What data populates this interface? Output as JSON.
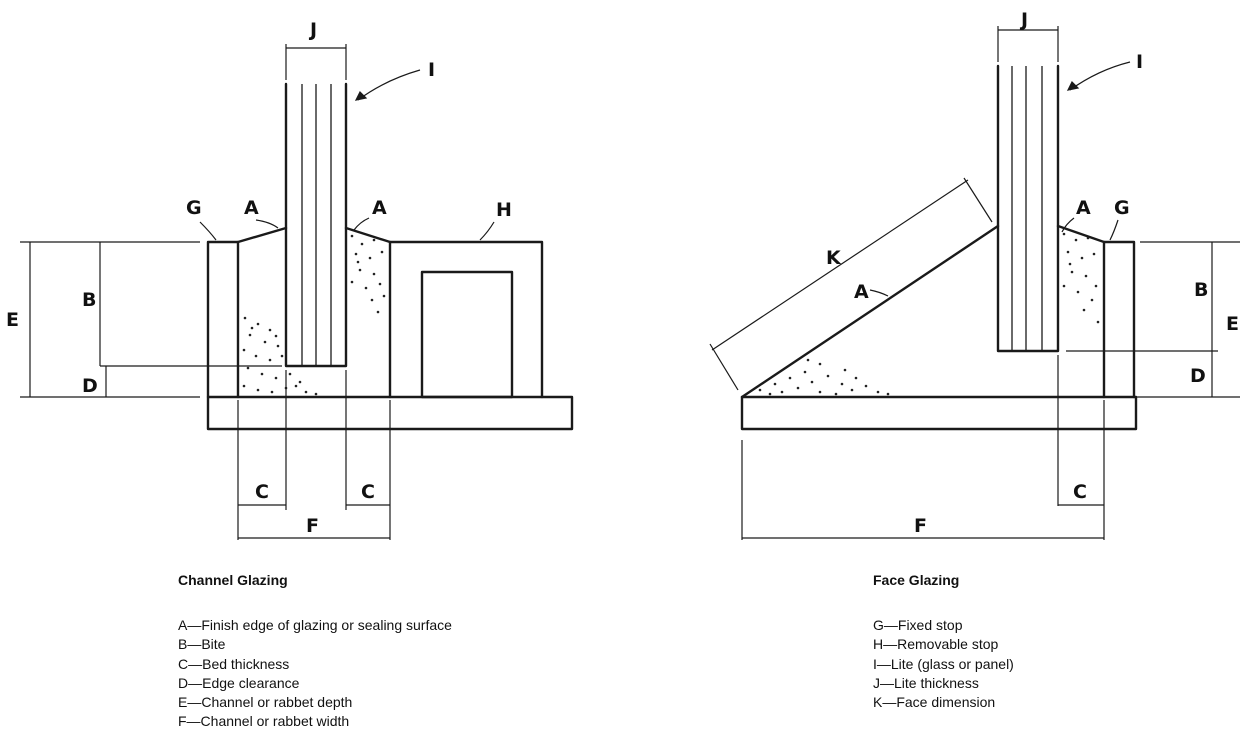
{
  "captions": {
    "left": "Channel Glazing",
    "right": "Face Glazing"
  },
  "letters": {
    "A": "A",
    "B": "B",
    "C": "C",
    "D": "D",
    "E": "E",
    "F": "F",
    "G": "G",
    "H": "H",
    "I": "I",
    "J": "J",
    "K": "K"
  },
  "legend_left": [
    "A—Finish edge of glazing or sealing surface",
    "B—Bite",
    "C—Bed thickness",
    "D—Edge clearance",
    "E—Channel or rabbet depth",
    "F—Channel or rabbet width"
  ],
  "legend_right": [
    "G—Fixed stop",
    "H—Removable stop",
    "I—Lite (glass or panel)",
    "J—Lite thickness",
    "K—Face dimension"
  ]
}
